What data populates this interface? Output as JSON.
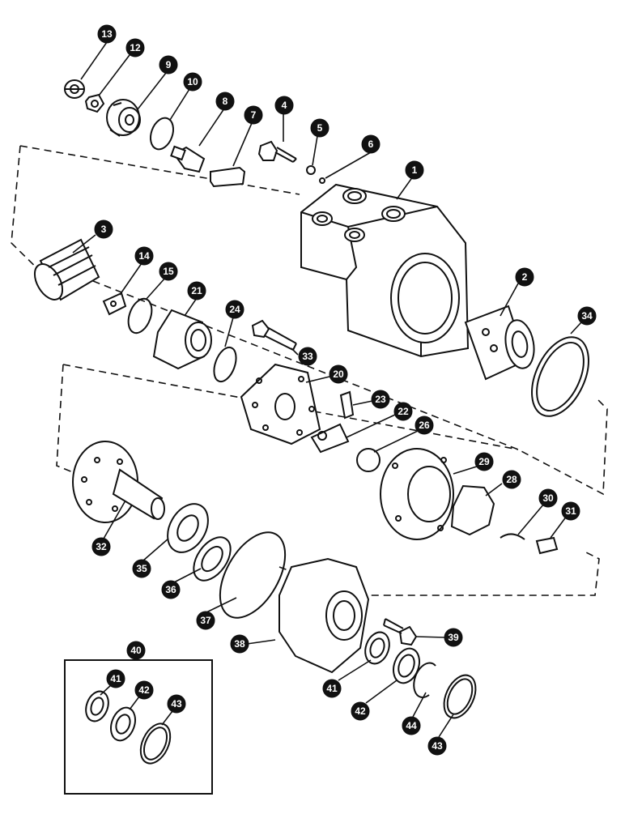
{
  "diagram": {
    "callouts": [
      {
        "id": "c13",
        "label": "13"
      },
      {
        "id": "c12",
        "label": "12"
      },
      {
        "id": "c9",
        "label": "9"
      },
      {
        "id": "c10",
        "label": "10"
      },
      {
        "id": "c8",
        "label": "8"
      },
      {
        "id": "c7",
        "label": "7"
      },
      {
        "id": "c4",
        "label": "4"
      },
      {
        "id": "c5",
        "label": "5"
      },
      {
        "id": "c6",
        "label": "6"
      },
      {
        "id": "c1",
        "label": "1"
      },
      {
        "id": "c3",
        "label": "3"
      },
      {
        "id": "c14",
        "label": "14"
      },
      {
        "id": "c15",
        "label": "15"
      },
      {
        "id": "c21",
        "label": "21"
      },
      {
        "id": "c24",
        "label": "24"
      },
      {
        "id": "c33",
        "label": "33"
      },
      {
        "id": "c2",
        "label": "2"
      },
      {
        "id": "c34",
        "label": "34"
      },
      {
        "id": "c20",
        "label": "20"
      },
      {
        "id": "c23",
        "label": "23"
      },
      {
        "id": "c22",
        "label": "22"
      },
      {
        "id": "c26",
        "label": "26"
      },
      {
        "id": "c29",
        "label": "29"
      },
      {
        "id": "c28",
        "label": "28"
      },
      {
        "id": "c30",
        "label": "30"
      },
      {
        "id": "c31",
        "label": "31"
      },
      {
        "id": "c32",
        "label": "32"
      },
      {
        "id": "c35",
        "label": "35"
      },
      {
        "id": "c36",
        "label": "36"
      },
      {
        "id": "c37",
        "label": "37"
      },
      {
        "id": "c38",
        "label": "38"
      },
      {
        "id": "c39",
        "label": "39"
      },
      {
        "id": "c40",
        "label": "40"
      },
      {
        "id": "c41",
        "label": "41"
      },
      {
        "id": "c42",
        "label": "42"
      },
      {
        "id": "c41b",
        "label": "41"
      },
      {
        "id": "c42b",
        "label": "42"
      },
      {
        "id": "c43",
        "label": "43"
      },
      {
        "id": "c44",
        "label": "44"
      },
      {
        "id": "c43b",
        "label": "43"
      }
    ]
  }
}
